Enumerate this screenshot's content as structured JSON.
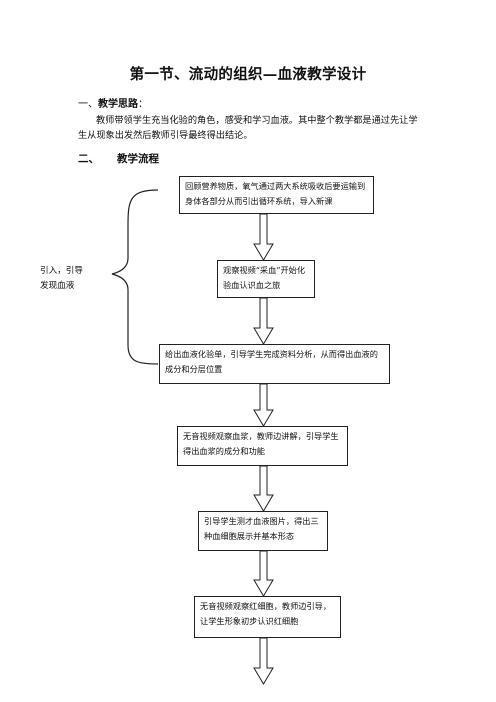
{
  "doc": {
    "title": "第一节、流动的组织—血液教学设计",
    "section1": {
      "number": "一、",
      "heading": "教学思路",
      "colon": "："
    },
    "paragraph": "教师带领学生充当化验的角色，感受和学习血液。其中整个教学都是通过先让学生从现象出发然后教师引导最终得出结论。",
    "section2": {
      "number": "二、",
      "heading": "教学流程"
    }
  },
  "flow": {
    "side_label": [
      "引入，引导",
      "发现血液"
    ],
    "steps": [
      "回顾营养物质，氧气通过两大系统吸收后要运输到身体各部分从而引出循环系统，导入新课",
      "观察视频“采血”开始化验血认识血之旅",
      "给出血液化验单，引导学生完成资料分析，从而得出血液的成分和分层位置",
      "无音视频观察血浆，教师边讲解，引导学生得出血浆的成分和功能",
      "引导学生测才血液图片，得出三种血细胞展示并基本形态",
      "无音视频观察红细胞，教师边引导，让学生形象初步认识红细胞"
    ]
  }
}
